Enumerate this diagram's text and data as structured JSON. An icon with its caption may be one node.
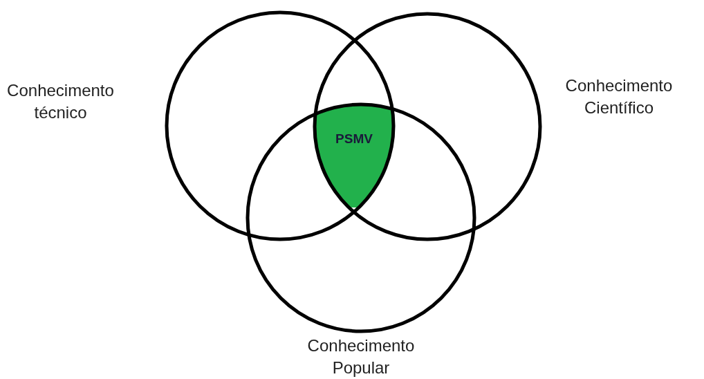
{
  "diagram": {
    "nodes": [
      {
        "text": [
          "Conhecimento técnico"
        ]
      },
      {
        "text": [
          "Conhecimento Científico"
        ]
      },
      {
        "text": [
          "Conhecimento Popular"
        ]
      },
      {
        "text": [
          "PSMV"
        ]
      }
    ]
  }
}
